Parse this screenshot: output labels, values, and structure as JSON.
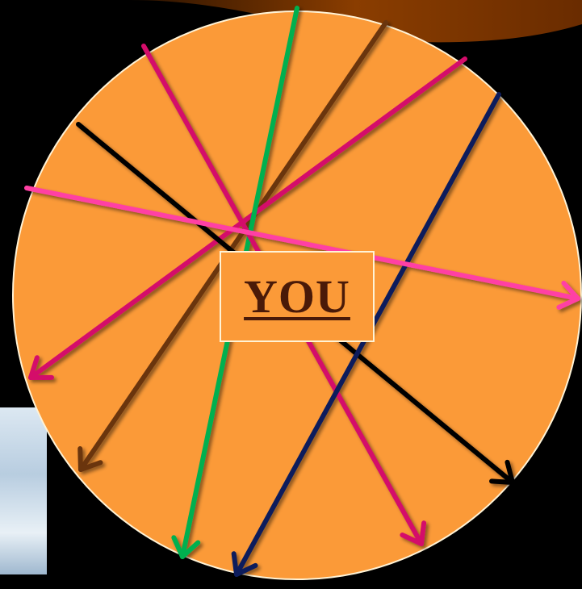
{
  "center_label": "YOU",
  "colors": {
    "background": "#000000",
    "circle_fill": "#fb9a38",
    "circle_outline": "#fff3d6",
    "label_text": "#4a1a08",
    "arrows": {
      "green": "#00b050",
      "brown": "#6b3410",
      "magenta": "#d4086b",
      "pink": "#ff3fa4",
      "black": "#000000",
      "navy": "#0a1f5c"
    }
  },
  "arrows": [
    {
      "name": "arrow-brown",
      "color": "brown"
    },
    {
      "name": "arrow-magenta-long",
      "color": "magenta"
    },
    {
      "name": "arrow-green",
      "color": "green"
    },
    {
      "name": "arrow-magenta-steep",
      "color": "magenta"
    },
    {
      "name": "arrow-black",
      "color": "black"
    },
    {
      "name": "arrow-navy",
      "color": "navy"
    },
    {
      "name": "arrow-pink",
      "color": "pink"
    }
  ]
}
